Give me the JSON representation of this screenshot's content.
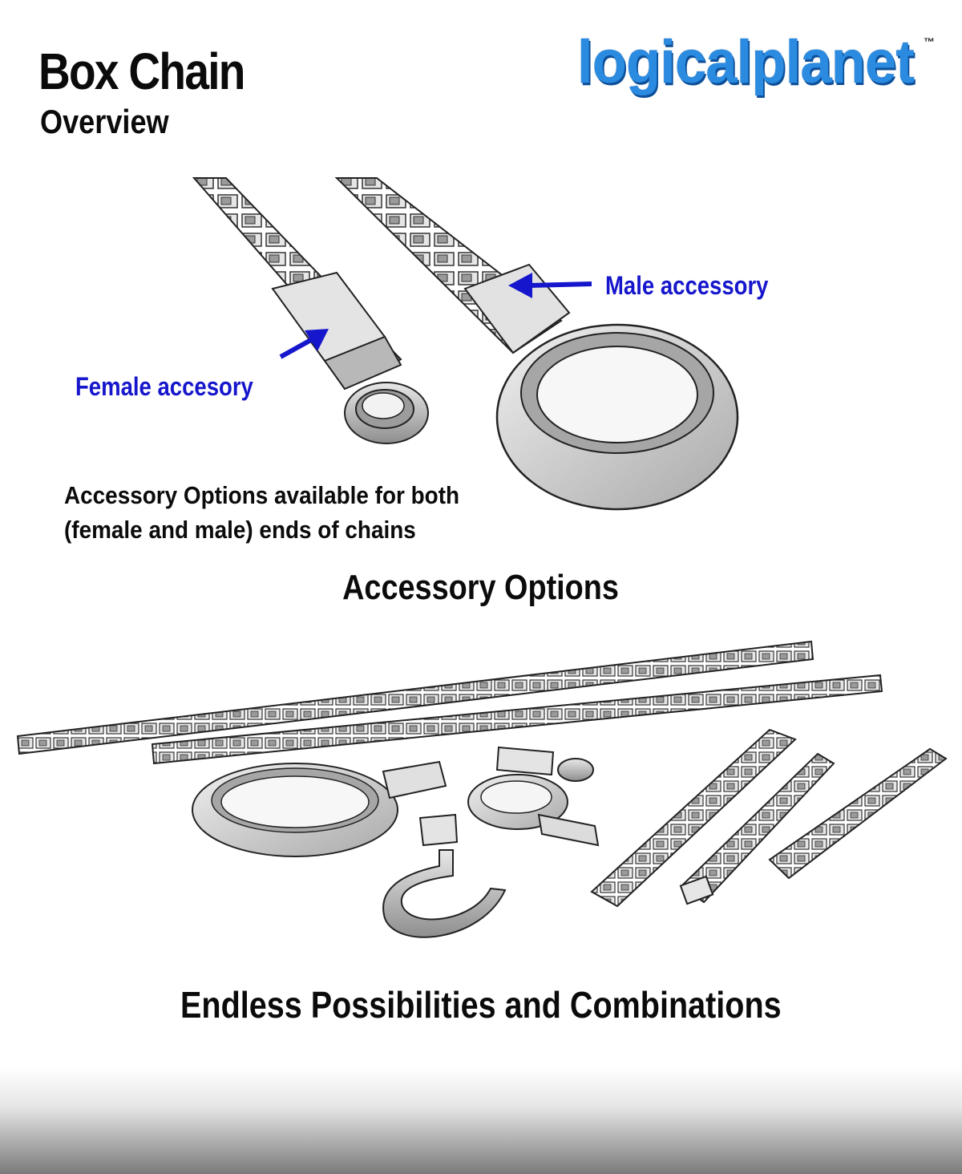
{
  "header": {
    "title": "Box Chain",
    "subtitle": "Overview",
    "logo_text": "logicalplanet",
    "trademark": "™"
  },
  "callouts": {
    "male": "Male accessory",
    "female": "Female accesory"
  },
  "description": {
    "line1": "Accessory Options available for both",
    "line2": "(female and male) ends of chains"
  },
  "sections": {
    "accessory_options": "Accessory Options",
    "endless": "Endless Possibilities and Combinations"
  },
  "colors": {
    "logo_blue": "#2a8be0",
    "callout_blue": "#1616cc",
    "text": "#0b0b0b"
  }
}
